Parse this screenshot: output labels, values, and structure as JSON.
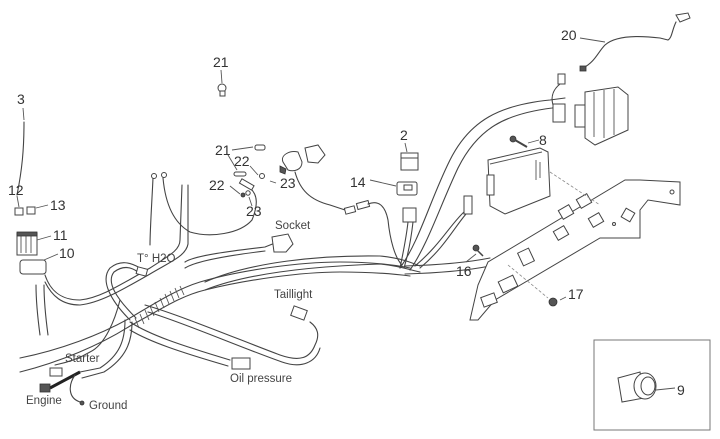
{
  "diagram": {
    "title": "Wiring harness exploded parts diagram",
    "part_numbers": {
      "p2": "2",
      "p3": "3",
      "p8": "8",
      "p9": "9",
      "p10": "10",
      "p11": "11",
      "p12": "12",
      "p13": "13",
      "p14": "14",
      "p16": "16",
      "p17": "17",
      "p20": "20",
      "p21a": "21",
      "p21b": "21",
      "p22a": "22",
      "p22b": "22",
      "p23a": "23",
      "p23b": "23"
    },
    "connector_labels": {
      "temp_h2o": "T° H2O",
      "socket": "Socket",
      "taillight": "Taillight",
      "starter": "Starter",
      "engine": "Engine",
      "ground": "Ground",
      "oil_pressure": "Oil pressure"
    }
  }
}
